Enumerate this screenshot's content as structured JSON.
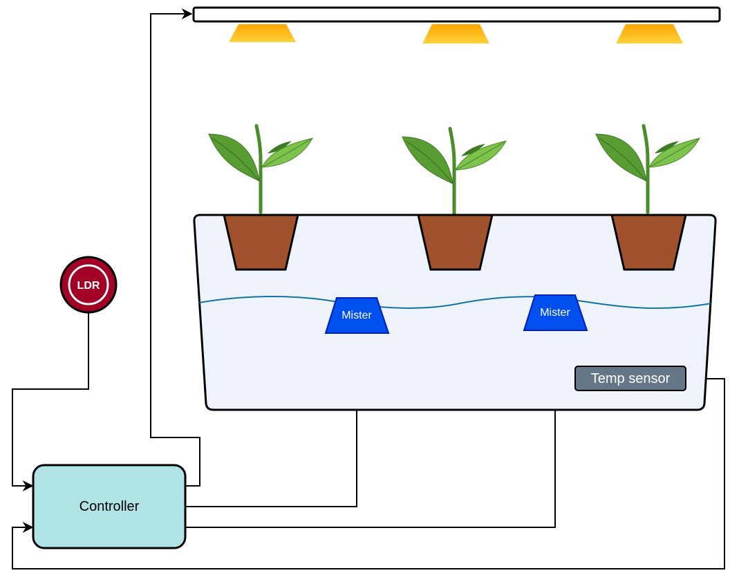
{
  "labels": {
    "ldr": "LDR",
    "controller": "Controller",
    "mister_1": "Mister",
    "mister_2": "Mister",
    "temp_sensor": "Temp sensor"
  },
  "colors": {
    "stroke": "#000000",
    "lamp_bar": "#ffffff",
    "lamp_light_top": "#ffa500",
    "lamp_light_bottom": "#ffd23c",
    "ldr_fill": "#a20025",
    "ldr_ring": "#ffffff",
    "tank_fill": "#eef3fb",
    "water_line": "#10739e",
    "pot_fill": "#a0522d",
    "leaf_dark": "#4c8a2e",
    "leaf_light": "#7dc24a",
    "stem": "#4a8c2a",
    "mister_fill": "#0050ef",
    "mister_stroke": "#001dbc",
    "controller_fill": "#b0e3e6",
    "temp_sensor_fill": "#647687"
  },
  "icons": [
    "grow-lamp-icon",
    "plant-icon",
    "pot-icon",
    "ldr-sensor-icon"
  ]
}
